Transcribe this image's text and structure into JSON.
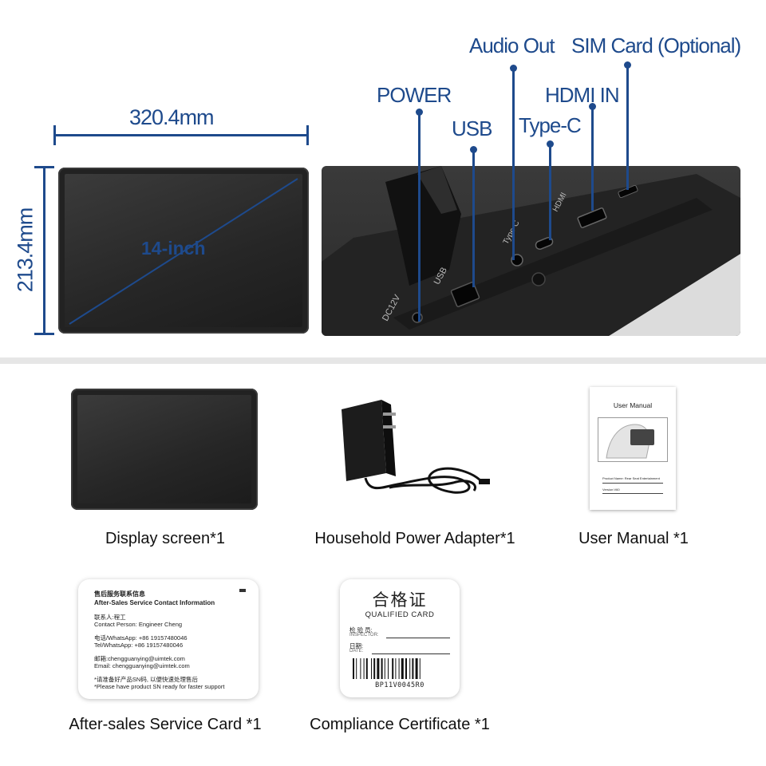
{
  "dimensions": {
    "width_label": "320.4mm",
    "height_label": "213.4mm",
    "diagonal_label": "14-inch"
  },
  "ports": {
    "power": "POWER",
    "usb": "USB",
    "audio_out": "Audio Out",
    "type_c": "Type-C",
    "hdmi_in": "HDMI IN",
    "sim_card": "SIM Card (Optional)"
  },
  "device_labels": {
    "dc12v": "DC12V",
    "usb": "USB",
    "type_c": "Type-C",
    "hdmi": "HDMI"
  },
  "package_items": [
    {
      "caption": "Display screen*1"
    },
    {
      "caption": "Household Power Adapter*1"
    },
    {
      "caption": "User Manual *1"
    },
    {
      "caption": "After-sales Service Card *1"
    },
    {
      "caption": "Compliance Certificate *1"
    }
  ],
  "manual": {
    "title": "User Manual",
    "product_line": "Product Name: Rear Seat Entertainment",
    "version_line": "Version:V60"
  },
  "service_card": {
    "cn_title": "售后服务联系信息",
    "en_title": "After-Sales Service Contact Information",
    "contact_cn": "联系人:程工",
    "contact_en": "Contact Person: Engineer Cheng",
    "phone_cn": "电话/WhatsApp: +86 19157480046",
    "phone_en": "Tel/WhatsApp: +86 19157480046",
    "email_cn": "邮箱:chengguanying@uimtek.com",
    "email_en": "Email: chengguanying@uimtek.com",
    "note_cn": "*请准备好产品SN码, 以便快速处理售后",
    "note_en": "*Please have product SN ready for faster support"
  },
  "certificate": {
    "cn_title": "合格证",
    "en_title": "QUALIFIED CARD",
    "inspector_cn": "检 验 员:",
    "inspector_en": "INSPECTOR:",
    "date_cn": "日期:",
    "date_en": "DATE:",
    "serial": "BP11V0045R0"
  },
  "colors": {
    "accent": "#1e4a8c",
    "divider": "#e6e6e6"
  }
}
